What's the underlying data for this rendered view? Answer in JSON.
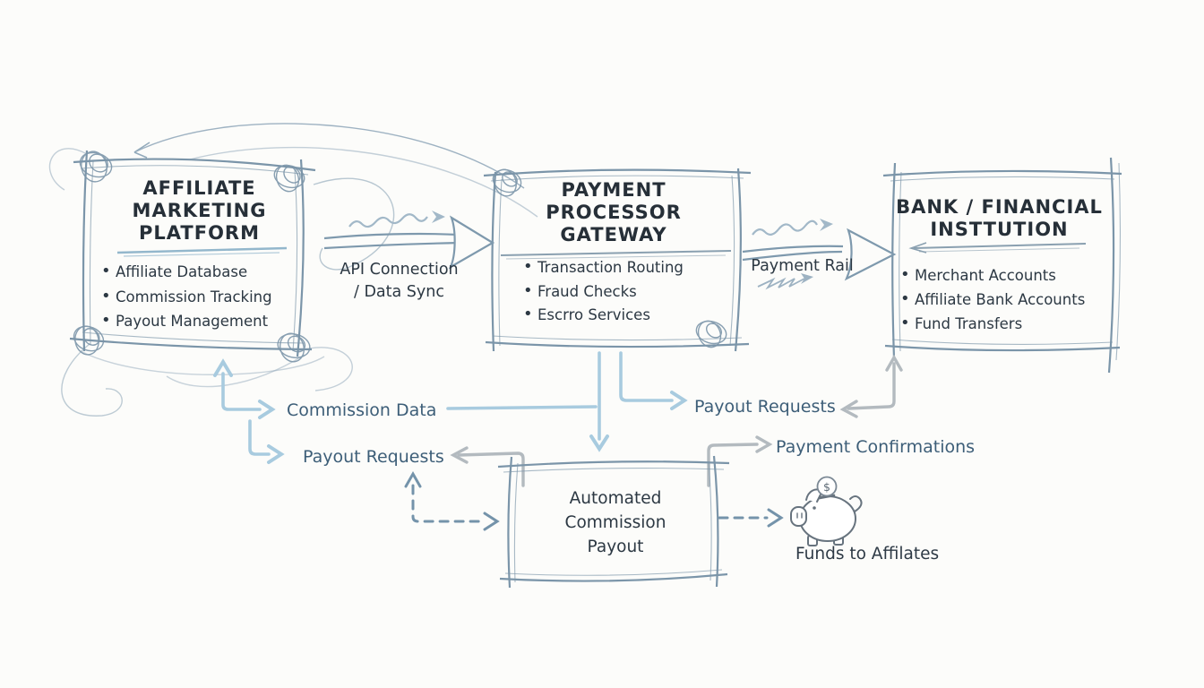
{
  "palette": {
    "background": "#fcfcfa",
    "sketch_blue": "#7b95a9",
    "sketch_blue_light": "#a6bccb",
    "light_blue_arrow": "#a8cbdf",
    "gray_arrow": "#b3babf",
    "dashed_blue": "#7493aa",
    "dark_text": "#2c3843",
    "title_text": "#262f38",
    "label_blue": "#3d5e78",
    "piggy_outline": "#67737e"
  },
  "boxes": {
    "affiliate_platform": {
      "title_lines": [
        "AFFILIATE",
        "MARKETING",
        "PLATFORM"
      ],
      "items": [
        "Affiliate Database",
        "Commission Tracking",
        "Payout Management"
      ]
    },
    "payment_gateway": {
      "title_lines": [
        "PAYMENT",
        "PROCESSOR",
        "GATEWAY"
      ],
      "items": [
        "Transaction Routing",
        "Fraud Checks",
        "Escrro Services"
      ]
    },
    "bank": {
      "title_lines": [
        "BANK / FINANCIAL",
        "INSTTUTION"
      ],
      "items": [
        "Merchant Accounts",
        "Affiliate Bank Accounts",
        "Fund Transfers"
      ]
    },
    "automated_payout": {
      "title_lines": [
        "Automated",
        "Commission",
        "Payout"
      ]
    }
  },
  "connectors": {
    "api_connection": {
      "lines": [
        "API Connection",
        "/ Data Sync"
      ]
    },
    "payment_rail": {
      "label": "Payment Rail"
    },
    "commission_data": {
      "label": "Commission Data"
    },
    "payout_requests_left": {
      "label": "Payout Requests"
    },
    "payout_requests_right": {
      "label": "Payout Requests"
    },
    "payment_confirmations": {
      "label": "Payment Confirmations"
    },
    "funds_to_affiliates": {
      "label": "Funds to Affilates"
    }
  },
  "icons": {
    "coin_symbol": "$"
  }
}
